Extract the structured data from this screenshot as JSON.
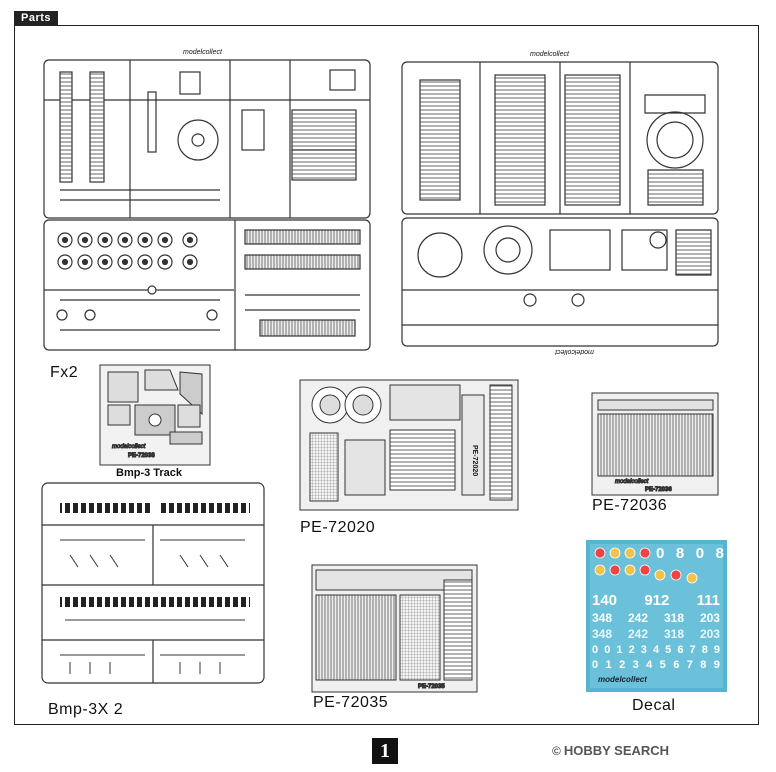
{
  "header": {
    "parts_label": "Parts"
  },
  "labels": {
    "fx2": "Fx2",
    "bmp_track_title": "Bmp-3 Track",
    "bmp_track": "Bmp-3X 2",
    "pe_72020": "PE-72020",
    "pe_72036": "PE-72036",
    "pe_72035": "PE-72035",
    "decal": "Decal"
  },
  "fret_codes": {
    "small": "PE-72038",
    "pe72020": "PE-72020",
    "pe72036": "PE-72036",
    "pe72035": "PE-72035"
  },
  "brand": "modelcollect",
  "sprue_tags": {
    "upper_left": "modelcollect",
    "upper_right": "modelcollect",
    "lower_right": "modelcollect"
  },
  "decal_sheet": {
    "row1": [
      "0",
      "8",
      "0",
      "8"
    ],
    "row2": [
      "140",
      "912",
      "111"
    ],
    "row3": [
      "348",
      "242",
      "318",
      "203"
    ],
    "row4": [
      "348",
      "242",
      "318",
      "203"
    ],
    "digits_a": [
      "0",
      "0",
      "1",
      "2",
      "3",
      "4",
      "5",
      "6",
      "7",
      "8",
      "9"
    ],
    "digits_b": [
      "0",
      "1",
      "2",
      "3",
      "4",
      "5",
      "6",
      "7",
      "8",
      "9"
    ],
    "brand": "modelcollect",
    "colors": {
      "sheet_blue": "#56b4cf",
      "sheet_light": "#8fd3e6"
    }
  },
  "page": {
    "number": "1"
  },
  "watermark": {
    "brand": "HOBBY SEARCH",
    "symbol": "©"
  }
}
